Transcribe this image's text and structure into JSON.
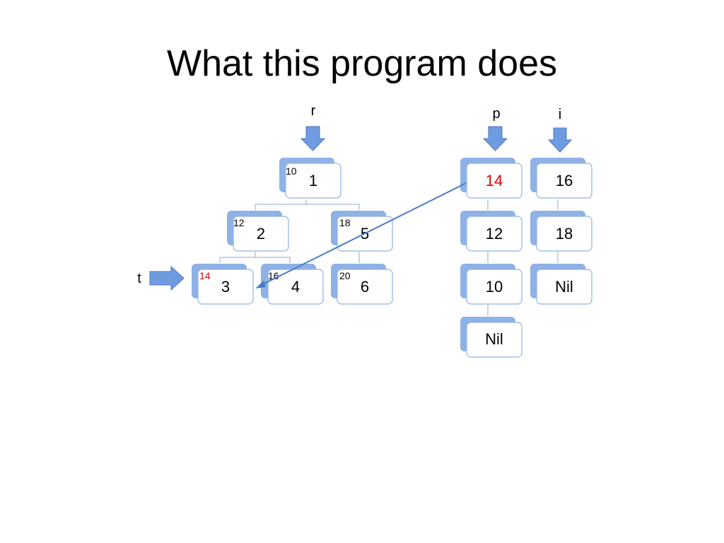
{
  "title": "What this program does",
  "pointers": {
    "r": "r",
    "p": "p",
    "i": "i",
    "t": "t"
  },
  "tree": {
    "n1": {
      "label": "1",
      "badge": "10"
    },
    "n2": {
      "label": "2",
      "badge": "12"
    },
    "n5": {
      "label": "5",
      "badge": "18"
    },
    "n3": {
      "label": "3",
      "badge": "14",
      "badge_color": "#e00000"
    },
    "n4": {
      "label": "4",
      "badge": "16"
    },
    "n6": {
      "label": "6",
      "badge": "20"
    }
  },
  "list_p": [
    "14",
    "12",
    "10",
    "Nil"
  ],
  "list_i": [
    "16",
    "18",
    "Nil"
  ],
  "colors": {
    "highlight": "#e00000",
    "arrow_fill": "#6f9be0",
    "box_border": "#8fb2e6",
    "link_line": "#4a7cc4"
  }
}
